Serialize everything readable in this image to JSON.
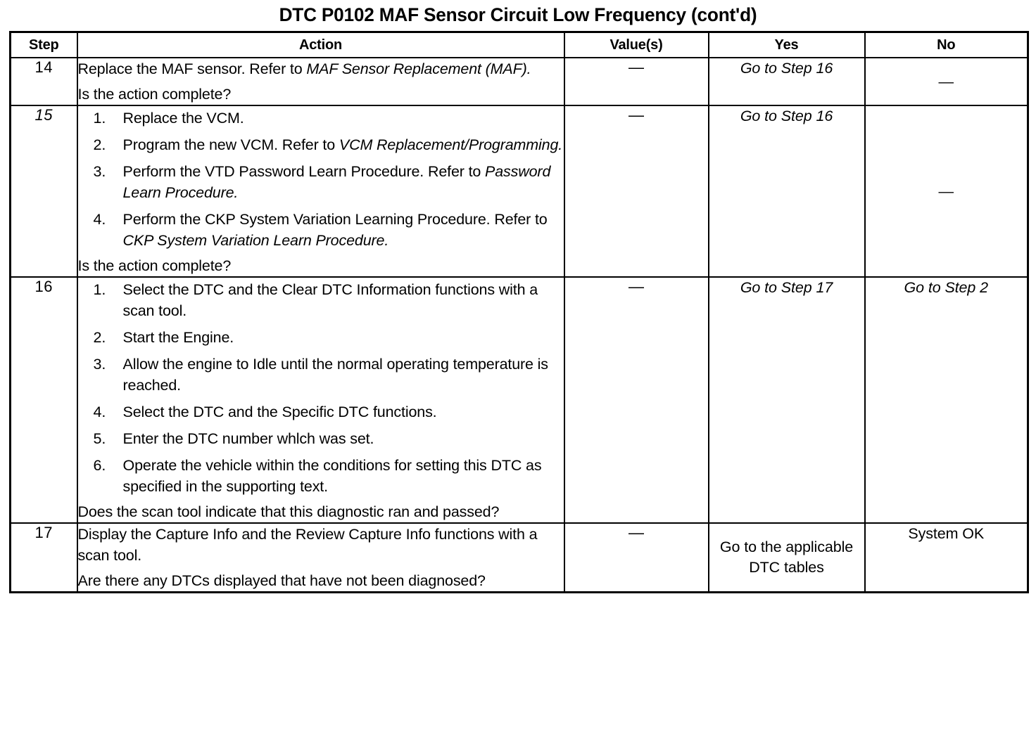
{
  "document": {
    "title": "DTC P0102 MAF Sensor Circuit Low Frequency (cont'd)"
  },
  "table": {
    "columns": [
      {
        "key": "step",
        "label": "Step"
      },
      {
        "key": "action",
        "label": "Action"
      },
      {
        "key": "value",
        "label": "Value(s)"
      },
      {
        "key": "yes",
        "label": "Yes"
      },
      {
        "key": "no",
        "label": "No"
      }
    ],
    "rows": [
      {
        "step": "14",
        "step_italic": false,
        "action": {
          "intro": "Replace the MAF sensor. Refer to ",
          "intro_italic": "MAF Sensor Replacement (MAF).",
          "items": [],
          "question": "Is the action complete?"
        },
        "value": "—",
        "yes": "Go to Step 16",
        "yes_italic": true,
        "yes_align": "bottom",
        "no": "—",
        "no_italic": false,
        "no_align": "middle"
      },
      {
        "step": "15",
        "step_italic": true,
        "action": {
          "intro": "",
          "intro_italic": "",
          "items": [
            {
              "text": "Replace the VCM.",
              "italic": ""
            },
            {
              "text": "Program the new VCM. Refer to ",
              "italic": "VCM Replacement/Programming."
            },
            {
              "text": "Perform the VTD Password Learn Procedure. Refer to ",
              "italic": "Password Learn Procedure."
            },
            {
              "text": "Perform the CKP System Variation Learning Procedure. Refer to ",
              "italic": "CKP System Variation Learn Procedure."
            }
          ],
          "question": "Is the action complete?"
        },
        "value": "—",
        "yes": "Go to Step 16",
        "yes_italic": true,
        "yes_align": "bottom",
        "no": "—",
        "no_italic": false,
        "no_align": "middle"
      },
      {
        "step": "16",
        "step_italic": false,
        "action": {
          "intro": "",
          "intro_italic": "",
          "items": [
            {
              "text": "Select the DTC and the Clear DTC Information functions with a scan tool.",
              "italic": ""
            },
            {
              "text": "Start the Engine.",
              "italic": ""
            },
            {
              "text": "Allow the engine to Idle until the normal operating temperature is reached.",
              "italic": ""
            },
            {
              "text": "Select the DTC and the Specific DTC functions.",
              "italic": ""
            },
            {
              "text": "Enter the DTC number whlch was set.",
              "italic": ""
            },
            {
              "text": "Operate the vehicle within the conditions for setting this DTC as specified in the supporting text.",
              "italic": ""
            }
          ],
          "question": "Does the scan tool indicate that this diagnostic ran and passed?"
        },
        "value": "—",
        "yes": "Go to Step 17",
        "yes_italic": true,
        "yes_align": "bottom",
        "no": "Go to Step 2",
        "no_italic": true,
        "no_align": "bottom"
      },
      {
        "step": "17",
        "step_italic": false,
        "action": {
          "intro": "Display the Capture Info and the Review Capture Info functions with a scan tool.",
          "intro_italic": "",
          "items": [],
          "question": "Are there any DTCs displayed that have not been diagnosed?"
        },
        "value": "—",
        "yes": "Go to the applicable DTC tables",
        "yes_italic": false,
        "yes_align": "middle",
        "no": "System OK",
        "no_italic": false,
        "no_align": "bottom"
      }
    ]
  }
}
